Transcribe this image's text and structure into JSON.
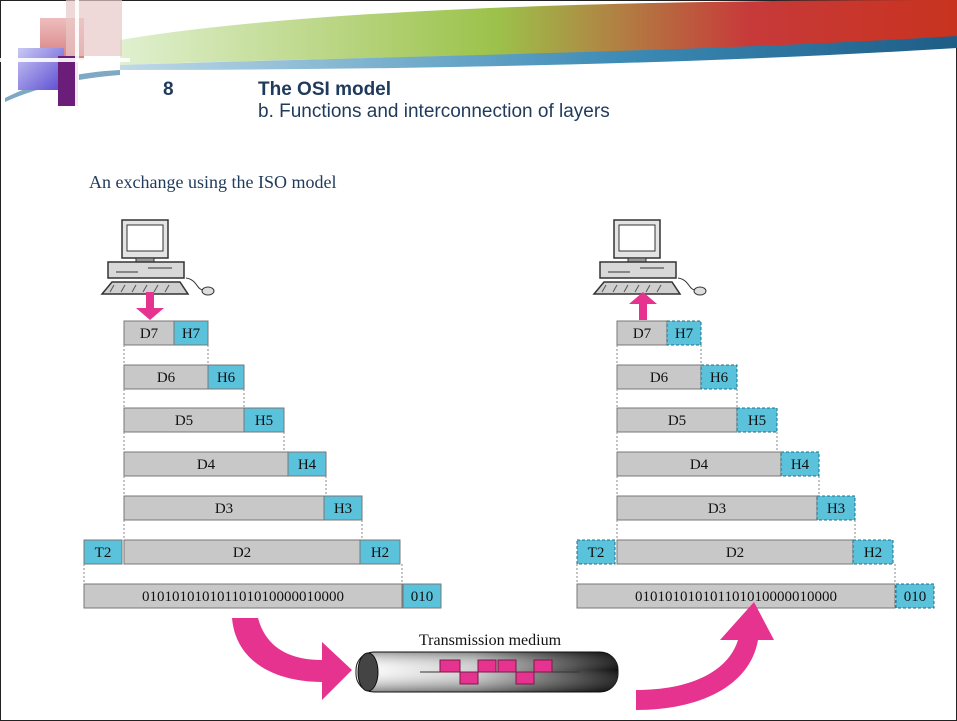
{
  "slide": {
    "number": "8",
    "title": "The OSI model",
    "subtitle": "b. Functions and interconnection of layers",
    "caption": "An exchange using the ISO model"
  },
  "colors": {
    "header_blue": "#5bc2dc",
    "data_gray": "#c8c8c8",
    "arrow_pink": "#e6338f",
    "text_dark": "#1f3a5a"
  },
  "diagram": {
    "sender_label": "sender-computer",
    "receiver_label": "receiver-computer",
    "layers": [
      {
        "data": "D7",
        "header": "H7"
      },
      {
        "data": "D6",
        "header": "H6"
      },
      {
        "data": "D5",
        "header": "H5"
      },
      {
        "data": "D4",
        "header": "H4"
      },
      {
        "data": "D3",
        "header": "H3"
      },
      {
        "data": "D2",
        "header": "H2",
        "trailer": "T2"
      }
    ],
    "bitstream": "01010101010110101000001000 0",
    "bits": "010101010101101010000010000",
    "bits_tail": "010",
    "medium_label": "Transmission medium"
  }
}
